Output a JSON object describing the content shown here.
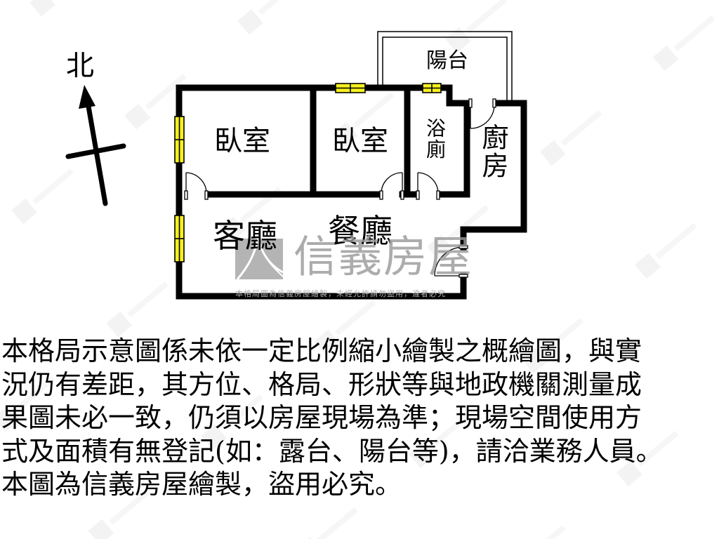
{
  "compass": {
    "north_label": "北"
  },
  "rooms": [
    {
      "id": "bedroom-1",
      "label": "臥室"
    },
    {
      "id": "bedroom-2",
      "label": "臥室"
    },
    {
      "id": "bathroom",
      "label": "浴廁"
    },
    {
      "id": "kitchen",
      "label": "廚房"
    },
    {
      "id": "balcony",
      "label": "陽台"
    },
    {
      "id": "living-room",
      "label": "客廳"
    },
    {
      "id": "dining-room",
      "label": "餐廳"
    }
  ],
  "watermark": {
    "brand": "信義房屋",
    "small_text": "本格局圖為信義房屋繪製，未經允許請勿盜用，違者必究"
  },
  "colors": {
    "wall": "#000000",
    "window": "#f5f01e",
    "watermark": "#9a9a9a",
    "background": "#ffffff"
  },
  "disclaimer": {
    "lines": [
      "本格局示意圖係未依一定比例縮小繪製之概繪圖，與實",
      "況仍有差距，其方位、格局、形狀等與地政機關測量成",
      "果圖未必一致，仍須以房屋現場為準；現場空間使用方",
      "式及面積有無登記(如：露台、陽台等)，請洽業務人員。",
      "本圖為信義房屋繪製，盜用必究。"
    ]
  }
}
